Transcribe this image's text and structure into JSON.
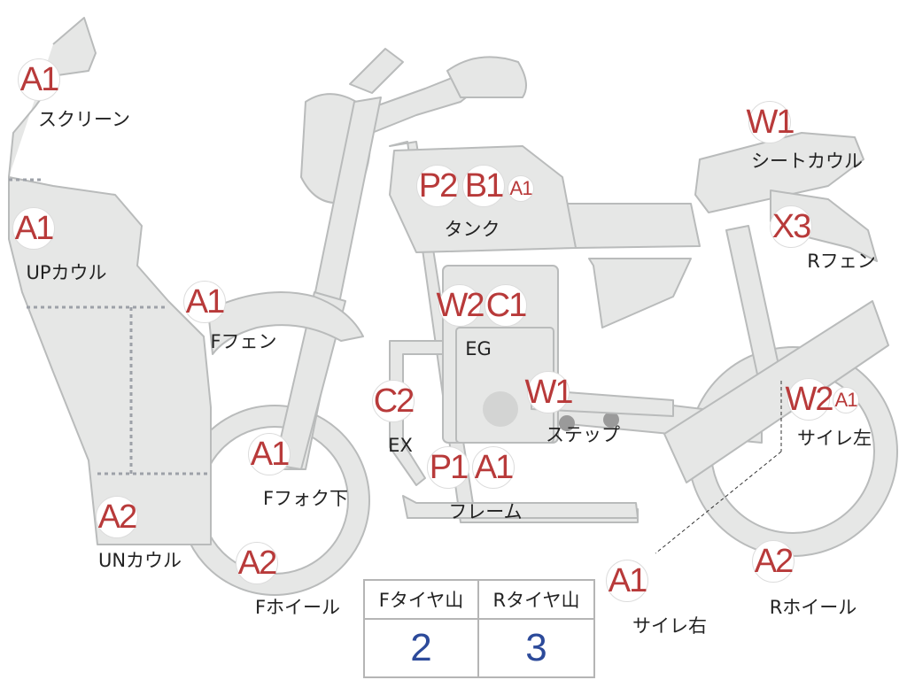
{
  "colors": {
    "body_fill": "#e6e7e6",
    "body_stroke": "#b9bbbb",
    "dotted_line": "#9da1a8",
    "badge_text": "#b83a3a",
    "tire_value": "#2c4a9a"
  },
  "parts": [
    {
      "id": "screen",
      "label": "スクリーン",
      "badges": [
        "A1"
      ]
    },
    {
      "id": "upcowl",
      "label": "UPカウル",
      "badges": [
        "A1"
      ]
    },
    {
      "id": "ffender",
      "label": "Fフェン",
      "badges": [
        "A1"
      ]
    },
    {
      "id": "tank",
      "label": "タンク",
      "badges": [
        "P2",
        "B1",
        "A1"
      ]
    },
    {
      "id": "eg",
      "label": "EG",
      "badges": [
        "W2",
        "C1"
      ]
    },
    {
      "id": "ex",
      "label": "EX",
      "badges": [
        "C2"
      ]
    },
    {
      "id": "step",
      "label": "ステップ",
      "badges": [
        "W1"
      ]
    },
    {
      "id": "frame",
      "label": "フレーム",
      "badges": [
        "P1",
        "A1"
      ]
    },
    {
      "id": "ffork",
      "label": "Fフォク下",
      "badges": [
        "A1"
      ]
    },
    {
      "id": "uncowl",
      "label": "UNカウル",
      "badges": [
        "A2"
      ]
    },
    {
      "id": "fwheel",
      "label": "Fホイール",
      "badges": [
        "A2"
      ]
    },
    {
      "id": "seatcowl",
      "label": "シートカウル",
      "badges": [
        "W1"
      ]
    },
    {
      "id": "rfender",
      "label": "Rフェン",
      "badges": [
        "X3"
      ]
    },
    {
      "id": "muffler_l",
      "label": "サイレ左",
      "badges": [
        "W2",
        "A1"
      ]
    },
    {
      "id": "muffler_r",
      "label": "サイレ右",
      "badges": [
        "A1"
      ]
    },
    {
      "id": "rwheel",
      "label": "Rホイール",
      "badges": [
        "A2"
      ]
    }
  ],
  "tire_table": {
    "headers": [
      "Fタイヤ山",
      "Rタイヤ山"
    ],
    "values": [
      "2",
      "3"
    ]
  }
}
